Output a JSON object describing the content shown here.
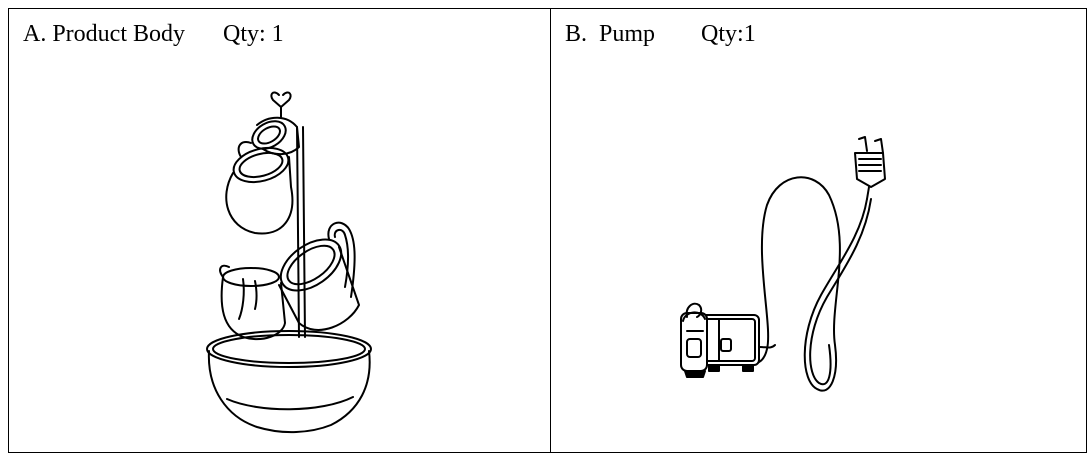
{
  "parts": [
    {
      "label": "A. Product Body",
      "qty": "Qty: 1",
      "icon": "tiered-fountain-illustration"
    },
    {
      "label": "B.  Pump",
      "qty": "Qty:1",
      "icon": "pump-with-power-cord-illustration"
    }
  ]
}
